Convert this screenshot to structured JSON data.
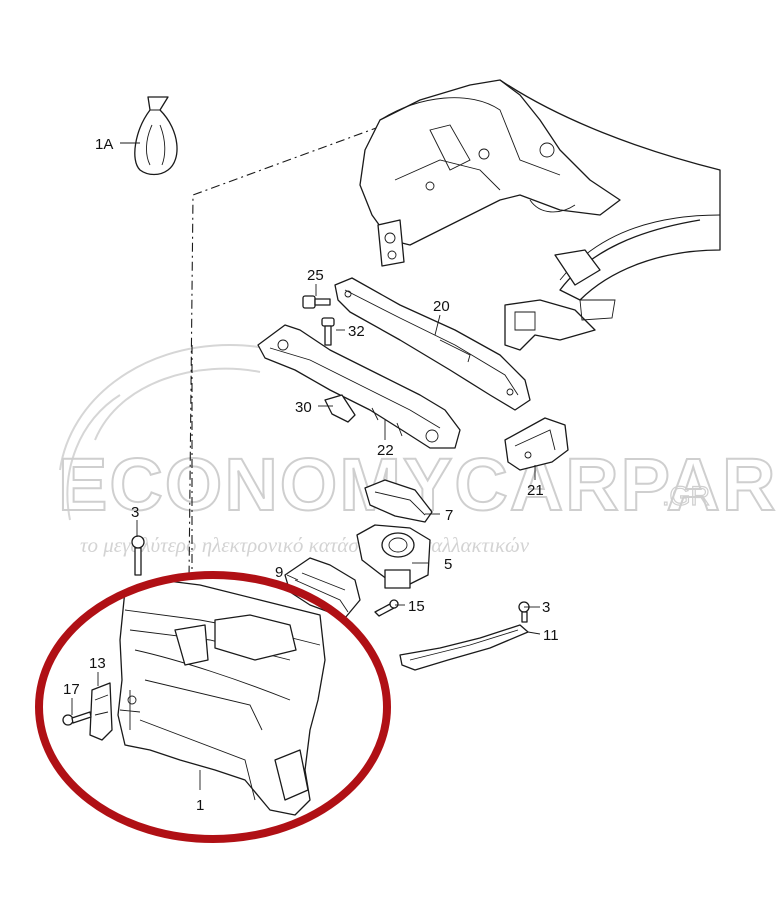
{
  "watermark": {
    "brand_main": "ECONOMYCARPARTS",
    "brand_suffix": ".GR",
    "tagline": "το μεγαλύτερο ηλεκτρονικό κατάστημα ανταλλακτικών"
  },
  "callouts": {
    "c1": "1",
    "c1A": "1A",
    "c3a": "3",
    "c3b": "3",
    "c5": "5",
    "c7": "7",
    "c9": "9",
    "c11": "11",
    "c13": "13",
    "c15": "15",
    "c17": "17",
    "c20": "20",
    "c21": "21",
    "c22": "22",
    "c25": "25",
    "c30": "30",
    "c32": "32"
  },
  "colors": {
    "highlight_ring": "#b01015",
    "watermark": "#cfcfcf",
    "line": "#1a1a1a"
  }
}
